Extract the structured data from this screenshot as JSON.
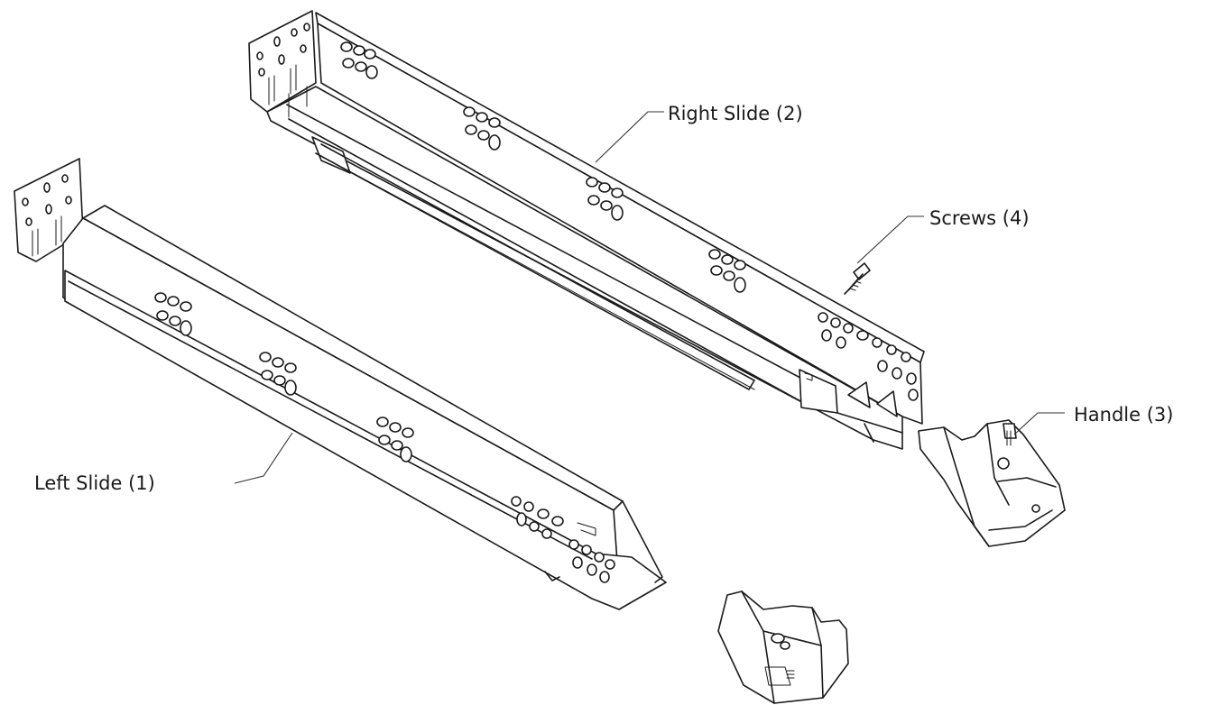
{
  "labels": {
    "right_slide": "Right Slide  (2)",
    "screws": "Screws  (4)",
    "handle": "Handle  (3)",
    "left_slide": "Left Slide  (1)"
  },
  "colors": {
    "line": "#1a1a1a",
    "background": "#ffffff"
  }
}
